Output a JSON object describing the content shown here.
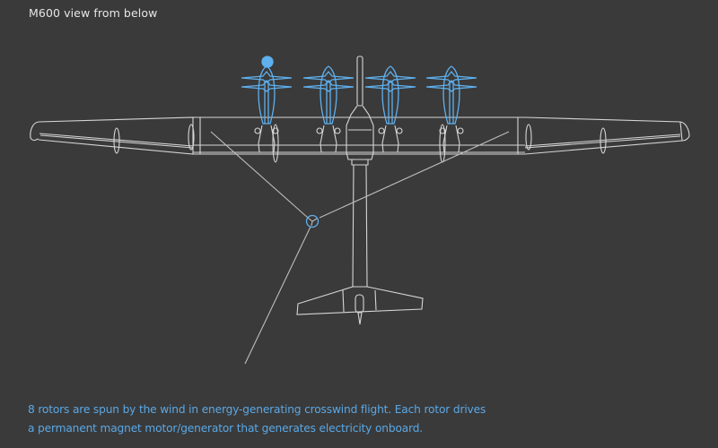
{
  "title": "M600 view from below",
  "caption": {
    "line1": "8 rotors are spun by the wind in energy-generating crosswind flight. Each rotor drives",
    "line2": "a permanent magnet motor/generator that generates electricity onboard."
  },
  "diagram": {
    "subject": "M600 energy kite aircraft, underside view",
    "rotor_pods": 4,
    "rotors_total": 8,
    "highlight": [
      "rotor-hotspot",
      "bridle-knot-hotspot"
    ],
    "colors": {
      "background": "#3a3a3a",
      "line": "#d6d6d6",
      "accent": "#5fb0ee",
      "title": "#e6e6e6",
      "caption": "#5aa8e6"
    }
  }
}
